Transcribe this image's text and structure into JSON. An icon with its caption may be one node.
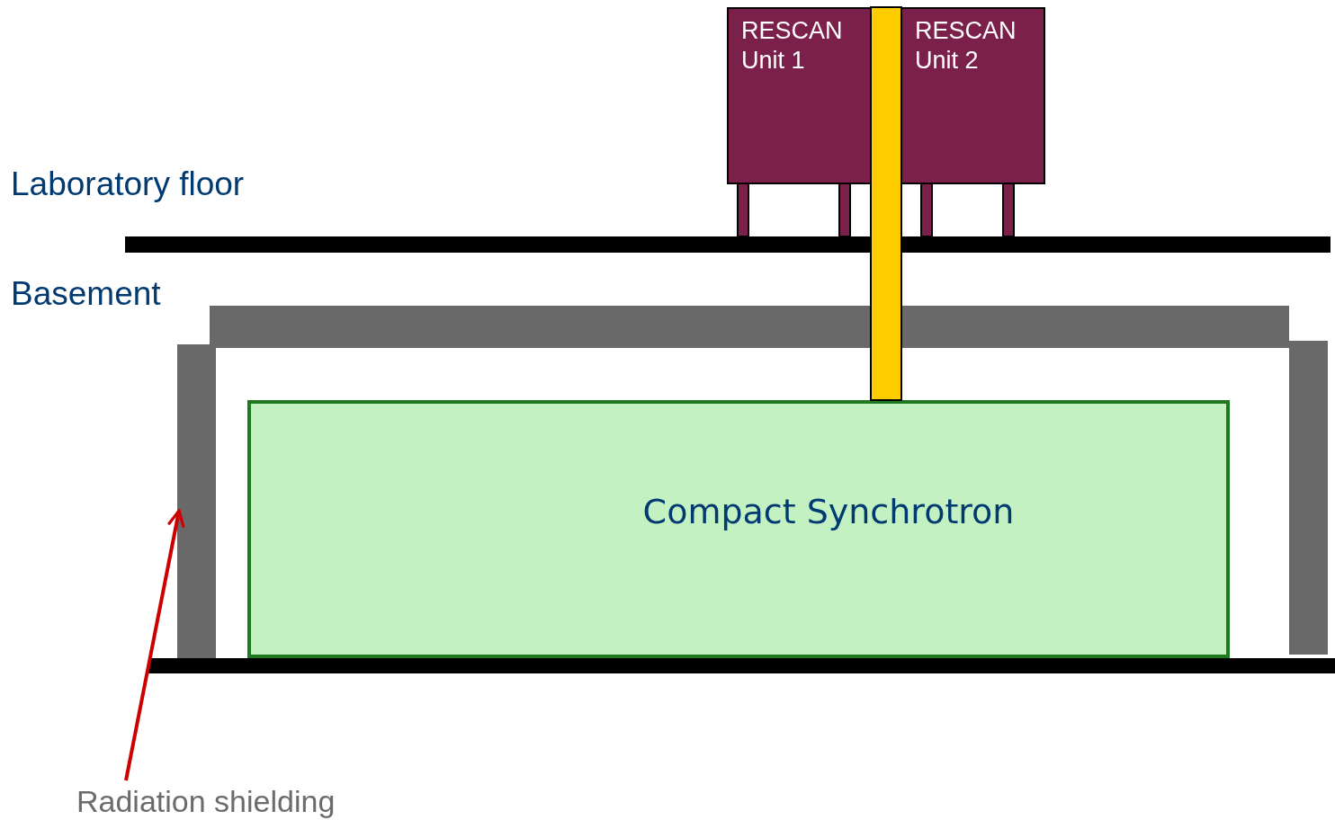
{
  "diagram": {
    "nodes": [
      {
        "text": [
          "RESCAN Unit 1"
        ]
      },
      {
        "text": [
          "RESCAN Unit 2"
        ]
      },
      {
        "text": [
          "Compact Synchrotron"
        ]
      },
      {
        "text": [
          "Radiation shielding"
        ]
      },
      {
        "text": [],
        "shape": "bar"
      },
      {
        "text": [],
        "shape": "bar"
      },
      {
        "text": [],
        "shape": "bar"
      }
    ],
    "edges": [
      {
        "from": 3,
        "to": 4,
        "arrow": "to",
        "color": "#cc0000"
      }
    ],
    "labels": [
      "Laboratory floor",
      "Basement"
    ]
  }
}
